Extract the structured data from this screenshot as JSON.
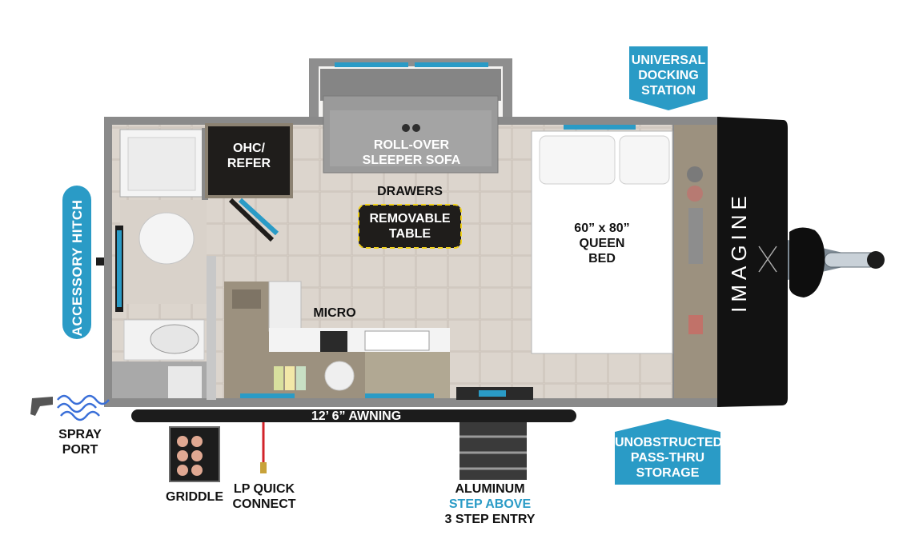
{
  "brand": "IMAGINE",
  "labels": {
    "ohc_refer": [
      "OHC/",
      "REFER"
    ],
    "sofa": [
      "ROLL-OVER",
      "SLEEPER SOFA"
    ],
    "drawers": "DRAWERS",
    "table": [
      "REMOVABLE",
      "TABLE"
    ],
    "micro": "MICRO",
    "bed": [
      "60” x 80”",
      "QUEEN",
      "BED"
    ],
    "awning": "12’ 6” AWNING",
    "spray_port": [
      "SPRAY",
      "PORT"
    ],
    "griddle": "GRIDDLE",
    "lp": [
      "LP QUICK",
      "CONNECT"
    ],
    "entry": [
      "ALUMINUM",
      "STEP ABOVE",
      "3 STEP ENTRY"
    ]
  },
  "callouts": {
    "docking": [
      "UNIVERSAL",
      "DOCKING",
      "STATION"
    ],
    "storage": [
      "UNOBSTRUCTED",
      "PASS-THRU",
      "STORAGE"
    ],
    "hitch": "ACCESSORY HITCH"
  },
  "colors": {
    "accent": "#2a9bc6",
    "wall": "#8a8a8a",
    "floor_tile": "#d8d0c8",
    "wood": "#9c917f",
    "dark": "#1f1d1b",
    "yellow_outline": "#f2d21b",
    "hose": "#3a6fd8",
    "lp_line": "#d2232a"
  }
}
